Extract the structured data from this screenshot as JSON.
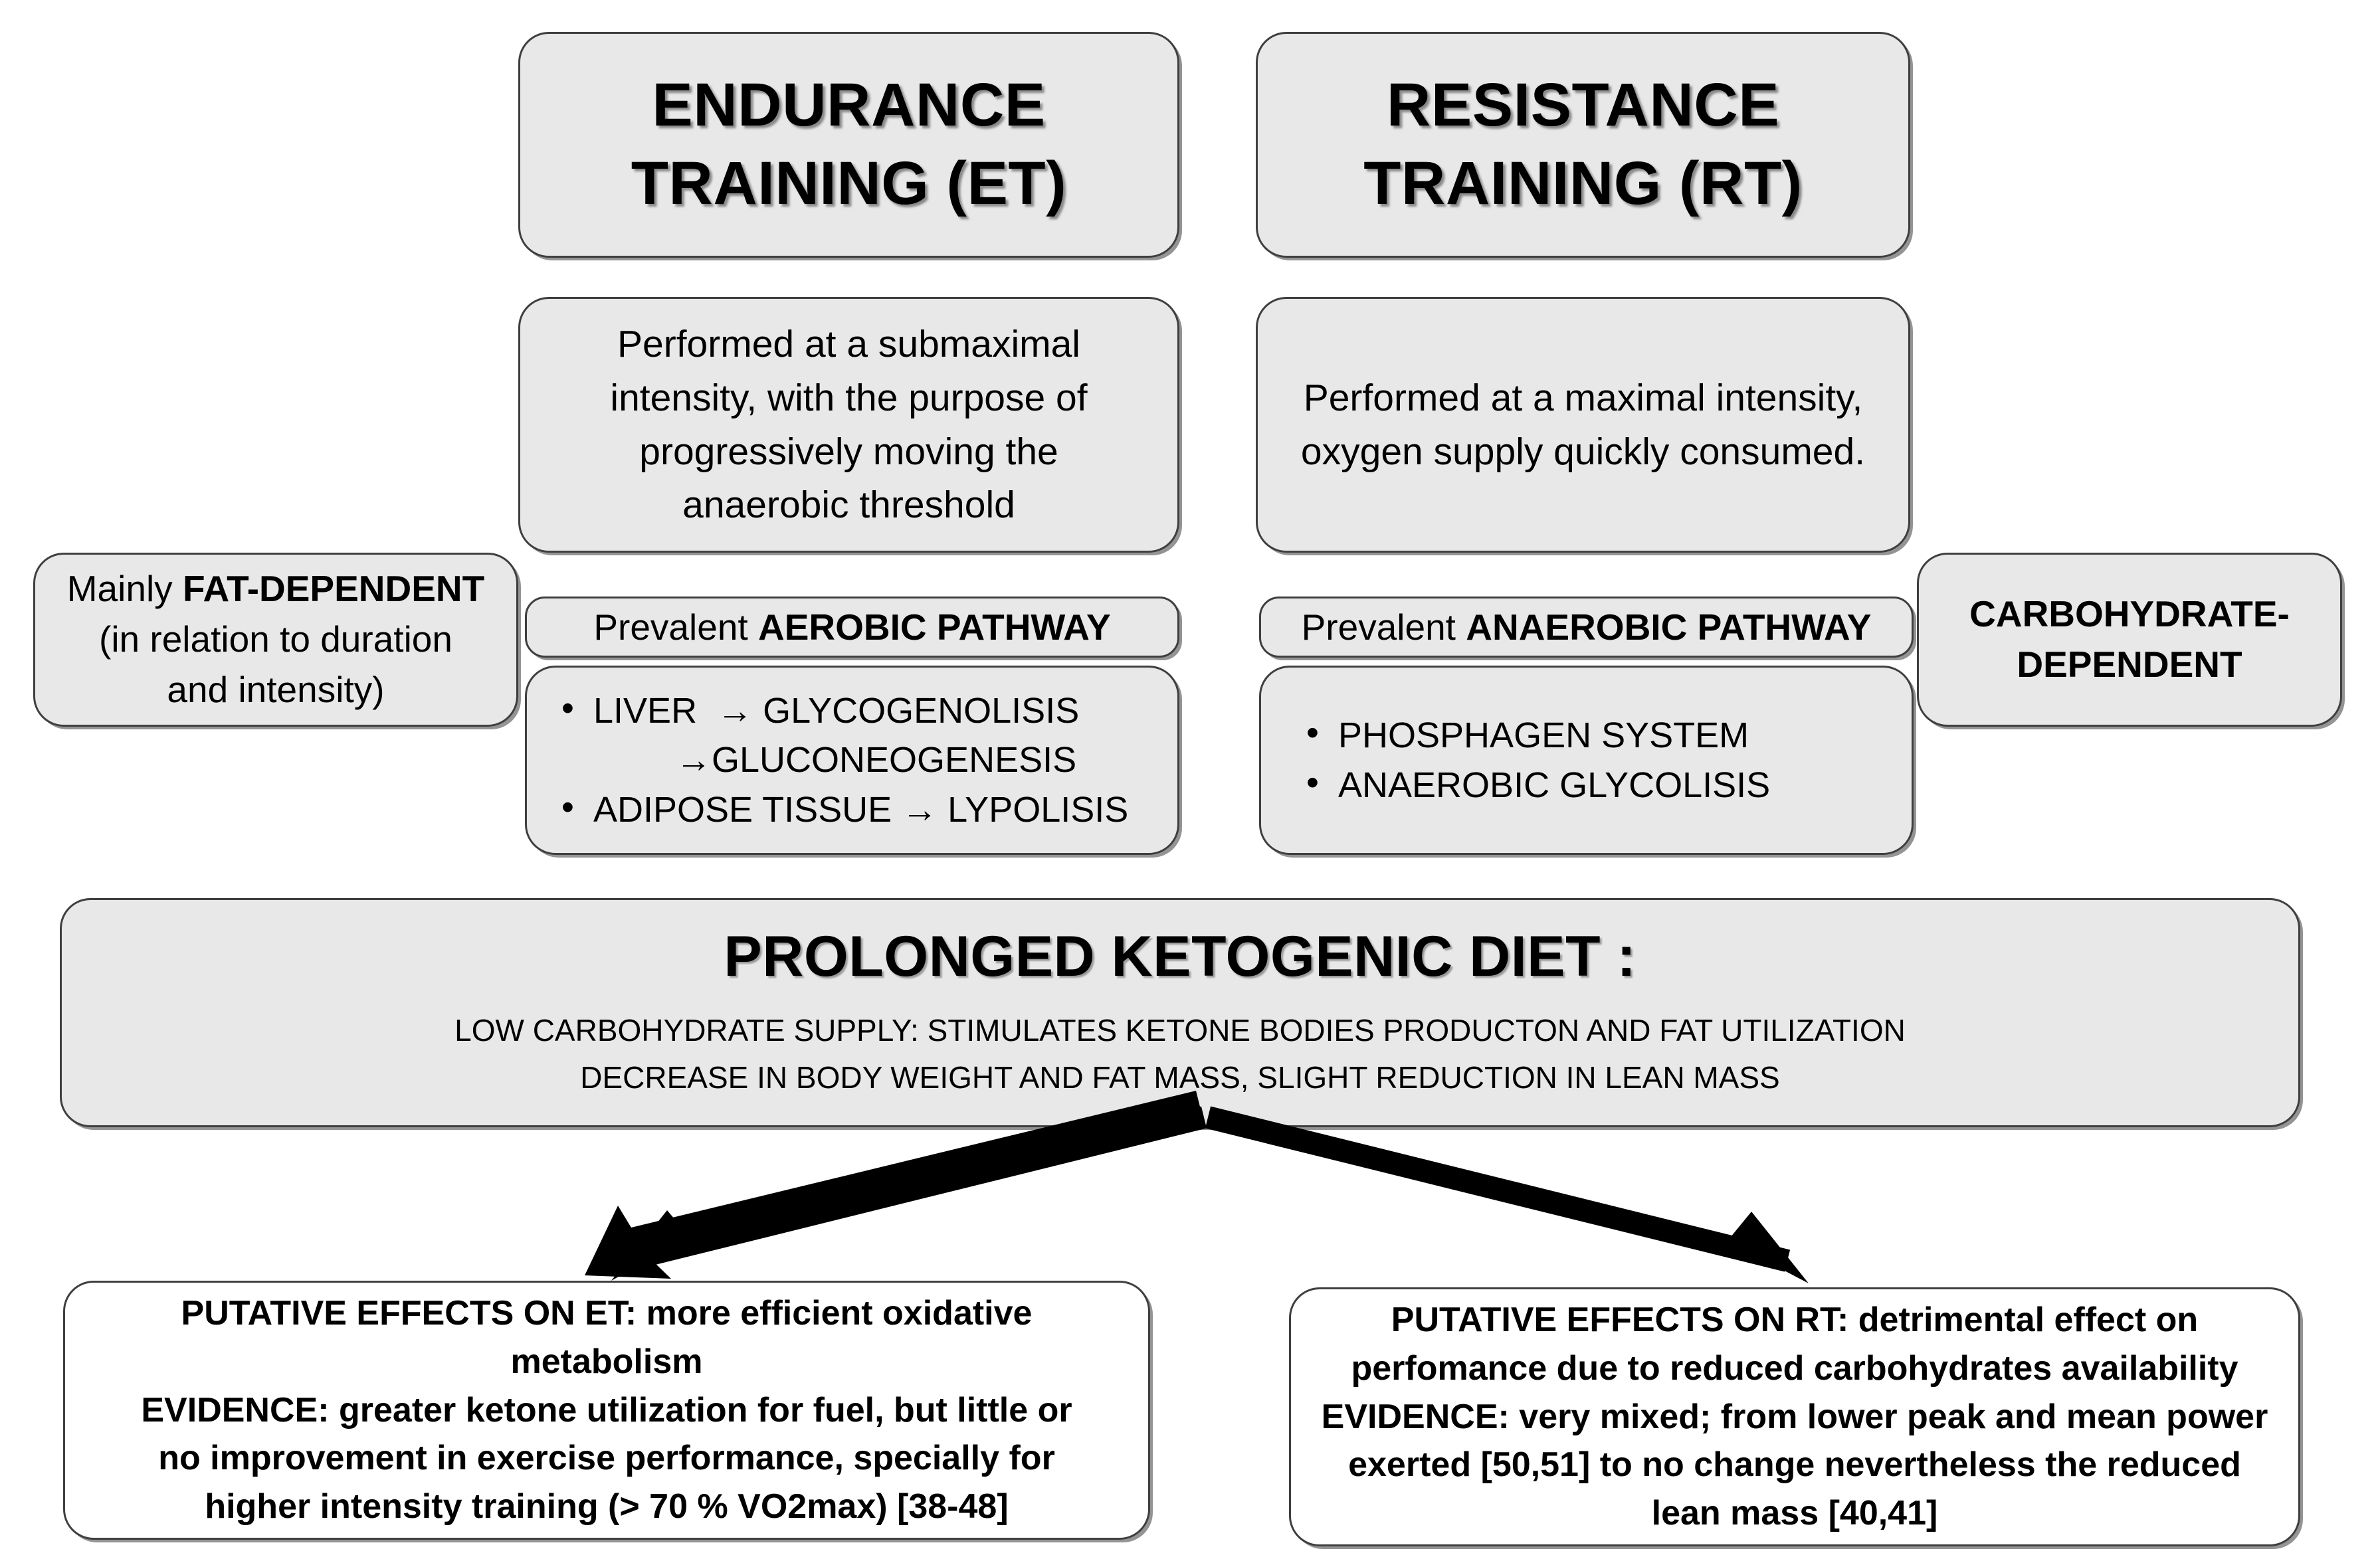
{
  "diagram": {
    "columns": {
      "endurance": {
        "title_lines": [
          "ENDURANCE",
          "TRAINING  (ET)"
        ],
        "description_lines": [
          "Performed at a submaximal",
          "intensity, with the purpose of",
          "progressively moving the",
          "anaerobic threshold"
        ],
        "pathway_prefix": "Prevalent ",
        "pathway_name": "AEROBIC PATHWAY",
        "bullets": [
          {
            "text": "LIVER  → GLYCOGENOLISIS",
            "continuation": false
          },
          {
            "text": "→GLUCONEOGENESIS",
            "continuation": true
          },
          {
            "text": "ADIPOSE TISSUE → LYPOLISIS",
            "continuation": false
          }
        ]
      },
      "resistance": {
        "title_lines": [
          "RESISTANCE",
          "TRAINING  (RT)"
        ],
        "description_lines": [
          "Performed at a maximal intensity,",
          "oxygen supply quickly consumed."
        ],
        "pathway_prefix": "Prevalent ",
        "pathway_name": "ANAEROBIC PATHWAY",
        "bullets": [
          {
            "text": "PHOSPHAGEN SYSTEM",
            "continuation": false
          },
          {
            "text": "ANAEROBIC GLYCOLISIS",
            "continuation": false
          }
        ]
      }
    },
    "fuel_left": {
      "lines": [
        {
          "plain": "Mainly ",
          "bold": "FAT-DEPENDENT"
        },
        {
          "plain": "(in relation to duration",
          "bold": ""
        },
        {
          "plain": "and intensity)",
          "bold": ""
        }
      ]
    },
    "fuel_right": {
      "lines": [
        {
          "plain": "",
          "bold": "CARBOHYDRATE-"
        },
        {
          "plain": "",
          "bold": "DEPENDENT"
        }
      ]
    },
    "keto": {
      "title": "PROLONGED KETOGENIC DIET :",
      "lines": [
        "LOW CARBOHYDRATE SUPPLY: STIMULATES KETONE BODIES PRODUCTON AND FAT UTILIZATION",
        "DECREASE IN BODY WEIGHT AND FAT MASS,  SLIGHT REDUCTION IN LEAN MASS"
      ]
    },
    "effects": {
      "et": [
        "PUTATIVE EFFECTS ON ET: more efficient oxidative",
        "metabolism",
        "EVIDENCE: greater ketone utilization for fuel, but little or",
        "no improvement in exercise performance, specially for",
        "higher intensity training (> 70 % VO2max) [38-48]"
      ],
      "rt": [
        "PUTATIVE EFFECTS ON RT: detrimental effect on",
        "perfomance due to reduced carbohydrates availability",
        "EVIDENCE: very mixed; from lower peak and mean power",
        "exerted [50,51] to no change nevertheless the reduced",
        "lean mass  [40,41]"
      ]
    },
    "connectors": {
      "left_arrow_label": "arrow-to-et-effects",
      "right_arrow_label": "arrow-to-rt-effects"
    },
    "colors": {
      "box_fill": "#e8e8e8",
      "box_fill_white": "#ffffff",
      "box_border": "#3f3f3f",
      "text": "#000000",
      "arrow": "#000000"
    }
  }
}
